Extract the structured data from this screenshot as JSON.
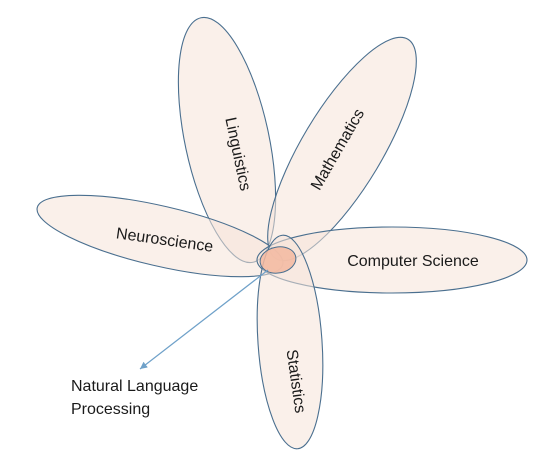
{
  "diagram": {
    "colors": {
      "petal_fill": "#f6e4d8",
      "petal_stroke": "#4a6f8f",
      "center_fill": "#f3b8a0",
      "arrow": "#6fa1c9",
      "text": "#1a1a1a"
    },
    "petals": [
      {
        "id": "linguistics",
        "label": "Linguistics"
      },
      {
        "id": "mathematics",
        "label": "Mathematics"
      },
      {
        "id": "neuroscience",
        "label": "Neuroscience"
      },
      {
        "id": "computer-science",
        "label": "Computer Science"
      },
      {
        "id": "statistics",
        "label": "Statistics"
      }
    ],
    "center": {
      "label_line1": "Natural Language",
      "label_line2": "Processing"
    }
  }
}
